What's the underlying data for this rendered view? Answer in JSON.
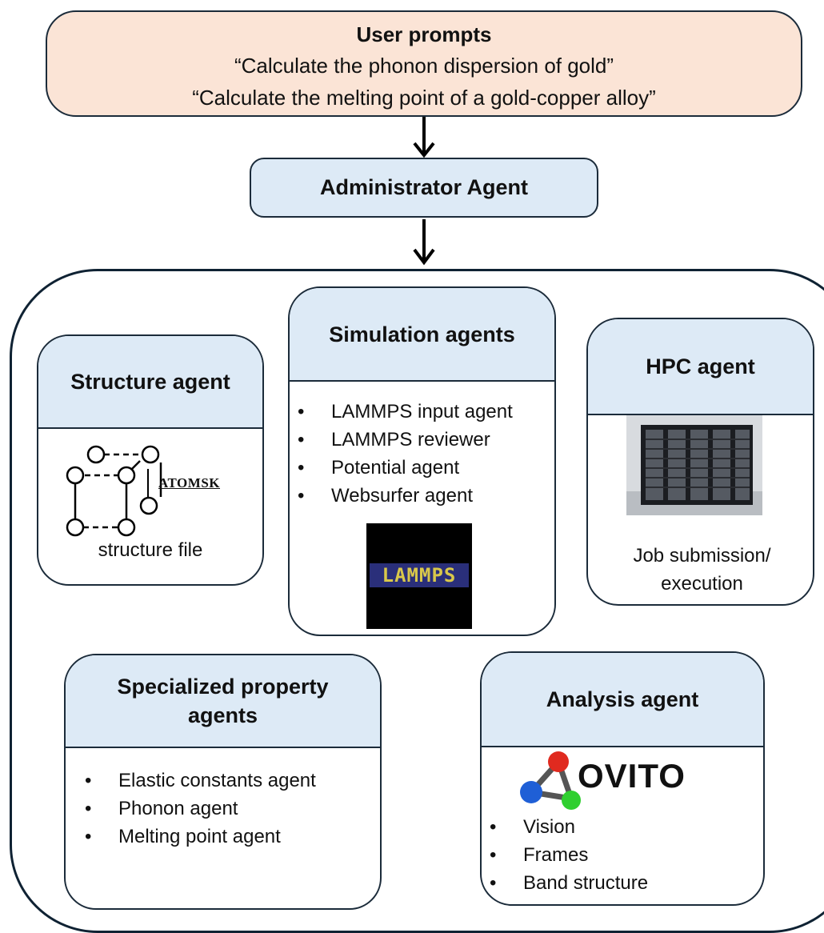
{
  "prompt": {
    "title": "User prompts",
    "lines": [
      "“Calculate the phonon dispersion of gold”",
      "“Calculate the melting point of a gold-copper alloy”"
    ]
  },
  "admin": {
    "label": "Administrator Agent"
  },
  "structure": {
    "title": "Structure agent",
    "logo_text": "ATOMSK",
    "caption": "structure file"
  },
  "simulation": {
    "title": "Simulation agents",
    "items": [
      "LAMMPS input agent",
      "LAMMPS reviewer",
      "Potential agent",
      "Websurfer agent"
    ],
    "logo_text": "LAMMPS"
  },
  "hpc": {
    "title": "HPC agent",
    "caption_1": "Job submission/",
    "caption_2": "execution"
  },
  "specialized": {
    "title_1": "Specialized property",
    "title_2": "agents",
    "items": [
      "Elastic constants agent",
      "Phonon agent",
      "Melting point agent"
    ]
  },
  "analysis": {
    "title": "Analysis agent",
    "logo_text": "OVITO",
    "items": [
      "Vision",
      "Frames",
      "Band structure"
    ]
  },
  "colors": {
    "prompt_fill": "#fbe4d6",
    "header_fill": "#ddeaf6",
    "outline": "#1b2b3a"
  }
}
